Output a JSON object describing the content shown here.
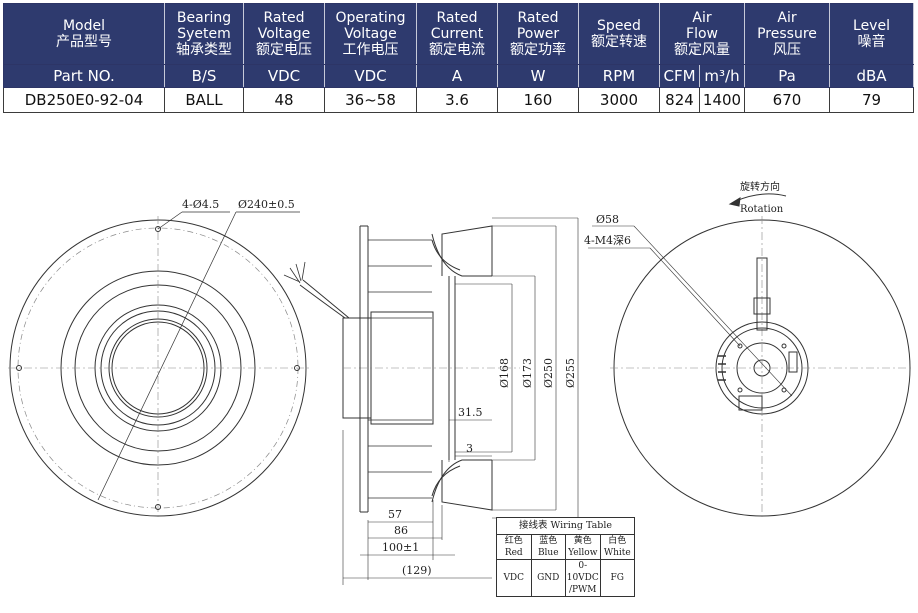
{
  "spec_table": {
    "headers": [
      "Model\n产品型号",
      "Bearing\nSyetem\n轴承类型",
      "Rated\nVoltage\n额定电压",
      "Operating\nVoltage\n工作电压",
      "Rated\nCurrent\n额定电流",
      "Rated\nPower\n额定功率",
      "Speed\n额定转速",
      "Air\nFlow\n额定风量",
      "Air\nPressure\n风压",
      "Level\n噪音"
    ],
    "units": [
      "Part NO.",
      "B/S",
      "VDC",
      "VDC",
      "A",
      "W",
      "RPM",
      "CFM",
      "m³/h",
      "Pa",
      "dBA"
    ],
    "row": [
      "DB250E0-92-04",
      "BALL",
      "48",
      "36~58",
      "3.6",
      "160",
      "3000",
      "824",
      "1400",
      "670",
      "79"
    ]
  },
  "drawing": {
    "labels": {
      "holes": "4-Ø4.5",
      "outer_dia": "Ø240±0.5",
      "d168": "Ø168",
      "d173": "Ø173",
      "d250": "Ø250",
      "d255": "Ø255",
      "dim_31_5": "31.5",
      "dim_3": "3",
      "dim_57": "57",
      "dim_86": "86",
      "dim_100": "100±1",
      "dim_129": "(129)",
      "d58": "Ø58",
      "screws": "4-M4深6",
      "rotation_cn": "旋转方向",
      "rotation_en": "Rotation"
    }
  },
  "wiring_table": {
    "title": "接线表 Wiring Table",
    "colors_cn": [
      "红色",
      "蓝色",
      "黄色",
      "白色"
    ],
    "colors_en": [
      "Red",
      "Blue",
      "Yellow",
      "White"
    ],
    "signals": [
      "VDC",
      "GND",
      "0-10VDC\n/PWM",
      "FG"
    ]
  }
}
